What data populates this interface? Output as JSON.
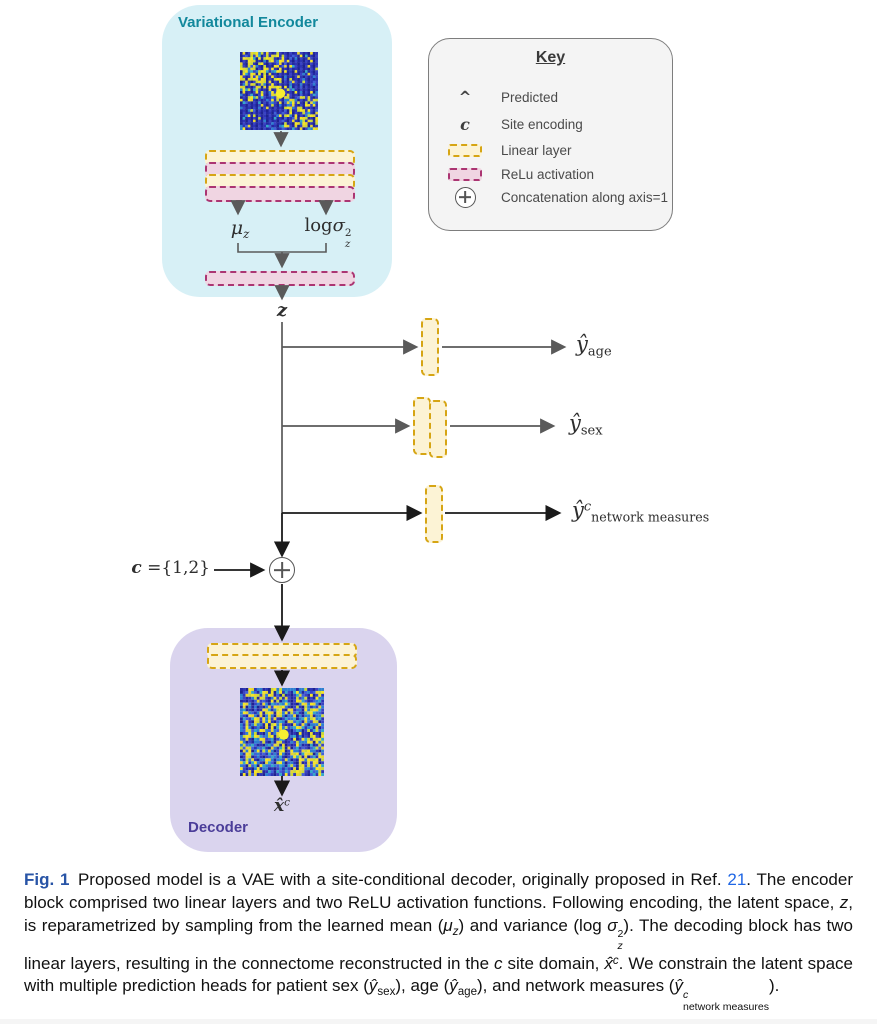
{
  "colors": {
    "encoder_bg": "#d7f0f6",
    "encoder_title": "#12889c",
    "decoder_bg": "#dad4ee",
    "decoder_title": "#4b3d99",
    "linear_fill": "#fcf3d5",
    "linear_border": "#d6a514",
    "relu_fill": "#f0d5e2",
    "relu_border": "#ab3572",
    "arrow_gray": "#5a5a5a",
    "arrow_black": "#1a1a1a",
    "key_bg": "#f4f4f4",
    "key_border": "#7d7d7d",
    "fig_label_blue": "#2854a6",
    "ref_link_blue": "#1f66e5"
  },
  "diagram": {
    "encoder_title": "Variational Encoder",
    "decoder_title": "Decoder",
    "z_label": "z",
    "mu": {
      "main": "μ",
      "sub": "z"
    },
    "logvar": {
      "prefix": "log",
      "sigma": "σ",
      "sup": "2",
      "sub": "z"
    },
    "c_input": {
      "c": "c",
      "rest": " ={1,2}"
    },
    "y_age": {
      "main": "ŷ",
      "sub": "age"
    },
    "y_sex": {
      "main": "ŷ",
      "sub": "sex"
    },
    "y_net": {
      "main": "ŷ",
      "sup": "c",
      "sub": "network measures"
    },
    "x_hat": {
      "main": "x̂",
      "sup": "c"
    }
  },
  "key": {
    "title": "Key",
    "caret_glyph": "^",
    "c_glyph": "c",
    "entries": [
      {
        "symbol": "caret",
        "label": "Predicted"
      },
      {
        "symbol": "c-italic",
        "label": "Site encoding"
      },
      {
        "symbol": "linear-swatch",
        "label": "Linear layer"
      },
      {
        "symbol": "relu-swatch",
        "label": "ReLu activation"
      },
      {
        "symbol": "concat-circle",
        "label": "Concatenation along axis=1"
      }
    ]
  },
  "caption": {
    "segments": [
      {
        "style": "fig",
        "t": "Fig. 1"
      },
      {
        "style": "plain",
        "t": " Proposed model is a VAE with a site-conditional decoder, originally proposed in Ref. "
      },
      {
        "style": "link",
        "t": "21"
      },
      {
        "style": "plain",
        "t": ". The encoder block comprised two linear layers and two ReLU activation functions. Following encoding, the latent space, "
      },
      {
        "style": "it",
        "t": "z"
      },
      {
        "style": "plain",
        "t": ", is reparametrized by sampling from the learned mean ("
      },
      {
        "style": "it",
        "t": "μ"
      },
      {
        "style": "subit",
        "t": "z"
      },
      {
        "style": "plain",
        "t": ") and variance (log "
      },
      {
        "style": "it",
        "t": "σ"
      },
      {
        "style": "stack",
        "items": [
          {
            "t": "2",
            "it": false
          },
          {
            "t": "z",
            "it": true
          }
        ]
      },
      {
        "style": "plain",
        "t": "). The decoding block has two linear layers, resulting in the connectome reconstructed in the "
      },
      {
        "style": "it",
        "t": "c"
      },
      {
        "style": "plain",
        "t": " site domain, "
      },
      {
        "style": "it",
        "t": "x̂"
      },
      {
        "style": "supit",
        "t": "c"
      },
      {
        "style": "plain",
        "t": ". We constrain the latent space with multiple prediction heads for patient sex ("
      },
      {
        "style": "it",
        "t": "ŷ"
      },
      {
        "style": "sub",
        "t": "sex"
      },
      {
        "style": "plain",
        "t": "), age ("
      },
      {
        "style": "it",
        "t": "ŷ"
      },
      {
        "style": "sub",
        "t": "age"
      },
      {
        "style": "plain",
        "t": "), and network measures ("
      },
      {
        "style": "it",
        "t": "ŷ"
      },
      {
        "style": "stack",
        "items": [
          {
            "t": "c",
            "it": true
          },
          {
            "t": "network measures",
            "it": false
          }
        ]
      },
      {
        "style": "plain",
        "t": ")."
      }
    ]
  }
}
